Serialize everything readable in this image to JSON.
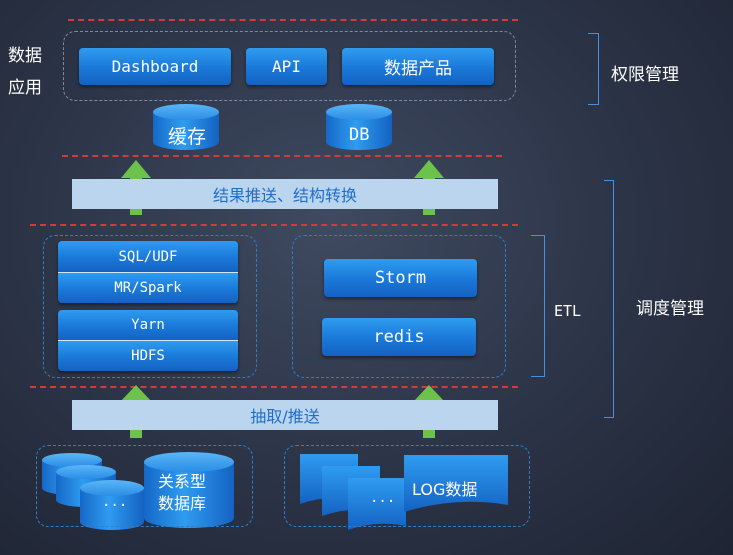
{
  "diagram": {
    "top_left_label": "数据\n应用",
    "app_buttons": [
      "Dashboard",
      "API",
      "数据产品"
    ],
    "cache_label": "缓存",
    "db_label": "DB",
    "top_band": "结果推送、结构转换",
    "compute_stack_top": [
      "SQL/UDF",
      "MR/Spark"
    ],
    "compute_stack_bottom": [
      "Yarn",
      "HDFS"
    ],
    "stream_buttons": [
      "Storm",
      "redis"
    ],
    "etl_label": "ETL",
    "bottom_band": "抽取/推送",
    "rdb_label": "关系型\n数据库",
    "ellipsis": "...",
    "log_label": "LOG数据",
    "right_label_top": "权限管理",
    "right_label_bottom": "调度管理"
  },
  "colors": {
    "accent_blue": "#1a78d8",
    "arrow_green": "#6cc24a",
    "dash_red": "#d33a3a",
    "band_fill": "#bcd5ef"
  }
}
